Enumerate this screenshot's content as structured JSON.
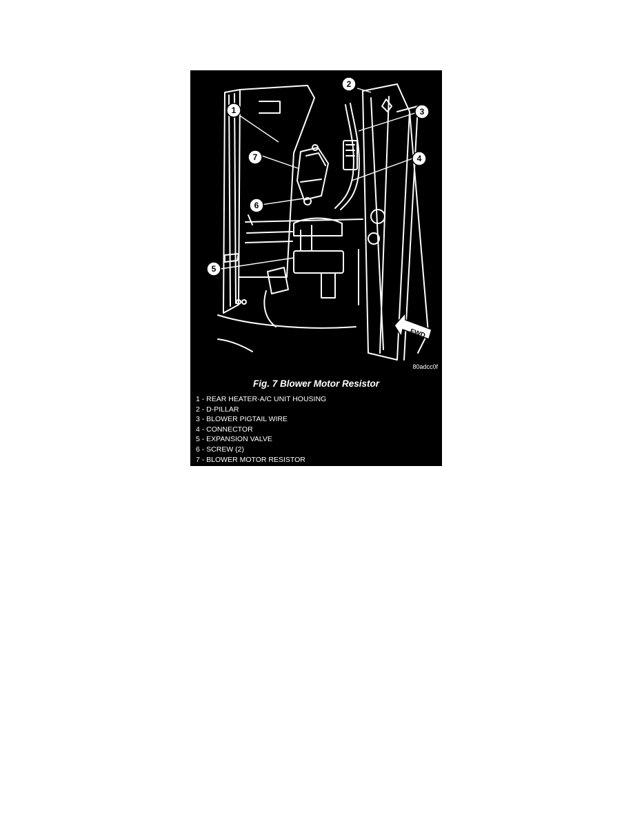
{
  "figure": {
    "code": "80adcc0f",
    "caption": "Fig. 7 Blower Motor Resistor",
    "fwd_label": "FWD",
    "callouts": [
      "1",
      "2",
      "3",
      "4",
      "5",
      "6",
      "7"
    ],
    "legend": [
      "1 - REAR HEATER-A/C UNIT HOUSING",
      "2 - D-PILLAR",
      "3 - BLOWER PIGTAIL WIRE",
      "4 - CONNECTOR",
      "5 - EXPANSION VALVE",
      "6 - SCREW (2)",
      "7 - BLOWER MOTOR RESISTOR"
    ]
  },
  "colors": {
    "panel_background": "#000000",
    "line_art": "#ffffff",
    "page_background": "#ffffff"
  }
}
